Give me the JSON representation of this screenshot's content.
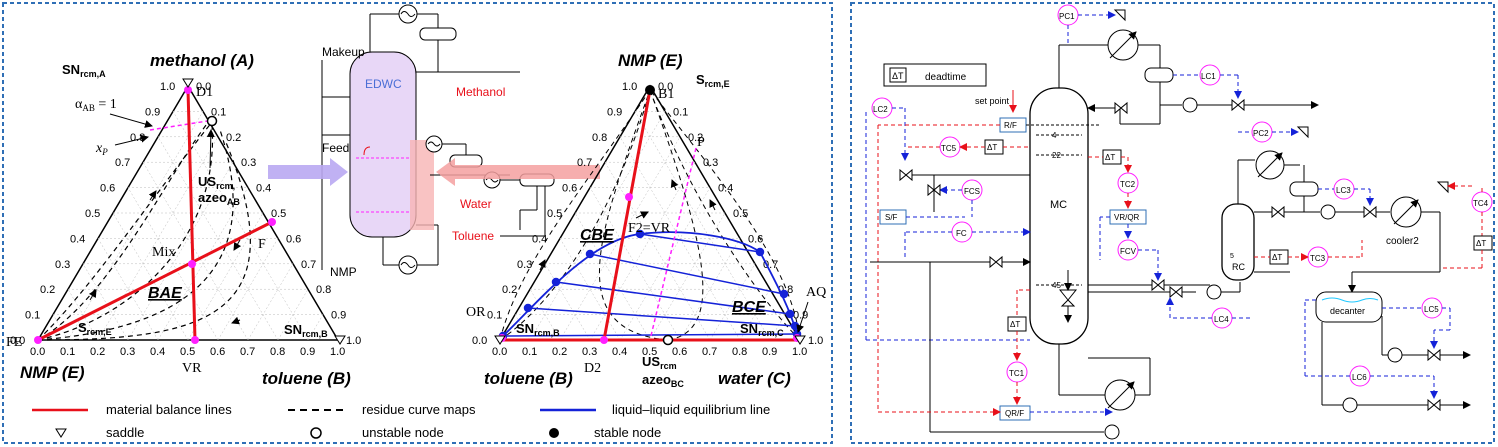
{
  "left_panel": {
    "ternary1": {
      "vertex_top": "methanol (A)",
      "vertex_left": "NMP (E)",
      "vertex_right": "toluene (B)",
      "sn_top": "SN",
      "sn_top_sub": "rcm,A",
      "sn_right": "SN",
      "sn_right_sub": "rcm,B",
      "s_left": "S",
      "s_left_sub": "rcm,E",
      "alpha": "α",
      "alpha_sub": "AB",
      "alpha_val": " = 1",
      "xp": "x",
      "xp_sub": "P",
      "us": "US",
      "us_sub": "rcm,",
      "azeo": "azeo",
      "azeo_sub": "AB",
      "d1": "D1",
      "fe": "FE",
      "f": "F",
      "mix": "Mix",
      "region": "BAE",
      "vr": "VR",
      "ticks_left": [
        "1.0",
        "0.9",
        "0.8",
        "0.7",
        "0.6",
        "0.5",
        "0.4",
        "0.3",
        "0.2",
        "0.1",
        "0.0"
      ],
      "ticks_right": [
        "0.0",
        "0.1",
        "0.2",
        "0.3",
        "0.4",
        "0.5",
        "0.6",
        "0.7",
        "0.8",
        "0.9",
        "1.0"
      ],
      "ticks_bottom": [
        "0.0",
        "0.1",
        "0.2",
        "0.3",
        "0.4",
        "0.5",
        "0.6",
        "0.7",
        "0.8",
        "0.9",
        "1.0"
      ]
    },
    "column": {
      "label": "EDWC",
      "makeup": "Makeup",
      "feed": "Feed",
      "nmp": "NMP",
      "methanol": "Methanol",
      "water": "Water",
      "toluene": "Toluene"
    },
    "ternary2": {
      "vertex_top": "NMP (E)",
      "vertex_left": "toluene (B)",
      "vertex_right": "water (C)",
      "s_top": "S",
      "s_top_sub": "rcm,E",
      "sn_left": "SN",
      "sn_left_sub": "rcm,B",
      "sn_right": "SN",
      "sn_right_sub": "rcm,C",
      "b1": "B1",
      "p": "P",
      "or": "OR",
      "aq": "AQ",
      "d2": "D2",
      "f2vr": "F2=VR",
      "cbe": "CBE",
      "bce": "BCE",
      "us": "US",
      "us_sub": "rcm",
      "azeo": "azeo",
      "azeo_sub": "BC",
      "ticks_left": [
        "1.0",
        "0.9",
        "0.8",
        "0.7",
        "0.6",
        "0.5",
        "0.4",
        "0.3",
        "0.2",
        "0.1",
        "0.0"
      ],
      "ticks_right": [
        "0.0",
        "0.1",
        "0.2",
        "0.3",
        "0.4",
        "0.5",
        "0.6",
        "0.7",
        "0.8",
        "0.9",
        "1.0"
      ],
      "ticks_bottom": [
        "0.0",
        "0.1",
        "0.2",
        "0.3",
        "0.4",
        "0.5",
        "0.6",
        "0.7",
        "0.8",
        "0.9",
        "1.0"
      ]
    },
    "legend": {
      "mbl": "material balance lines",
      "rcm": "residue curve maps",
      "lle": "liquid–liquid equilibrium line",
      "saddle": "saddle",
      "unstable": "unstable node",
      "stable": "stable node"
    },
    "colors": {
      "red": "#e8101a",
      "blue": "#1422d8",
      "magenta": "#ff20ff",
      "border": "#2f6fb6"
    }
  },
  "right_panel": {
    "deadtime_box": "ΔT",
    "deadtime": "deadtime",
    "set_point": "set point",
    "controllers": {
      "pc1": "PC1",
      "lc1": "LC1",
      "lc2": "LC2",
      "tc5": "TC5",
      "fcs": "FCS",
      "fc": "FC",
      "tc2": "TC2",
      "fcv": "FCV",
      "lc4": "LC4",
      "pc2": "PC2",
      "lc3": "LC3",
      "tc3": "TC3",
      "tc4": "TC4",
      "lc5": "LC5",
      "lc6": "LC6",
      "tc1": "TC1"
    },
    "boxes": {
      "rf": "R/F",
      "sf": "S/F",
      "vrqr": "VR/QR",
      "qrf": "QR/F",
      "dt": "ΔT"
    },
    "mc": "MC",
    "rc": "RC",
    "cooler2": "cooler2",
    "decanter": "decanter",
    "stages": {
      "s4": "4",
      "s22": "22",
      "s45": "45",
      "s5": "5"
    }
  }
}
